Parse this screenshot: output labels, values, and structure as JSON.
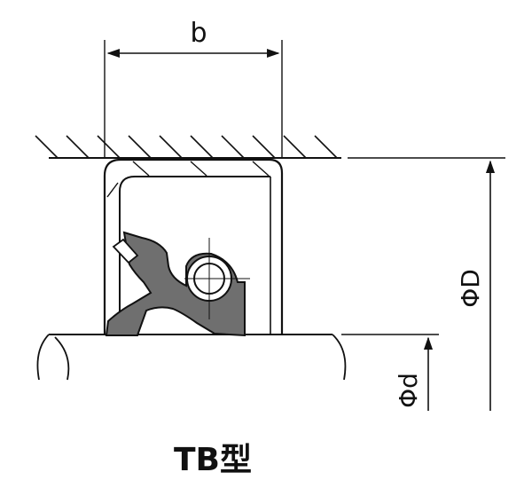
{
  "labels": {
    "width": "b",
    "outer_diameter": "ΦD",
    "inner_diameter": "Φd",
    "caption": "TB型"
  },
  "colors": {
    "line": "#111111",
    "rubber": "#6f6f6f",
    "background": "#ffffff"
  }
}
